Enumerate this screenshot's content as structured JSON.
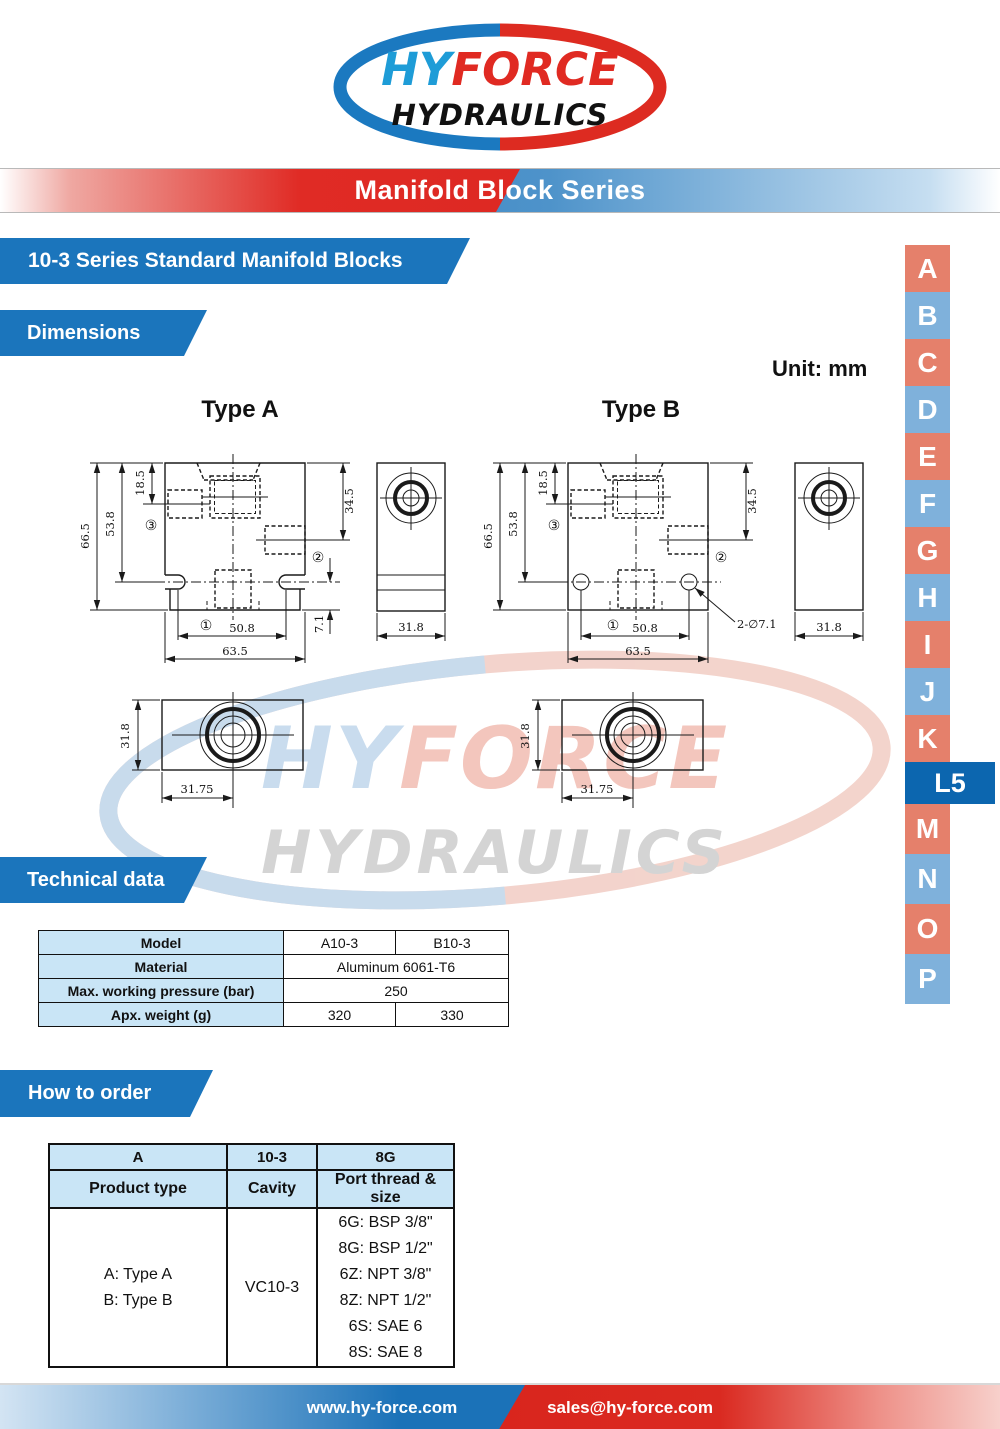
{
  "logo": {
    "line1_left": "HY",
    "line1_right": "FORCE",
    "line2": "HYDRAULICS"
  },
  "banners": {
    "main": "Manifold Block Series",
    "series": "10-3 Series Standard Manifold Blocks",
    "dimensions": "Dimensions",
    "technical": "Technical data",
    "order": "How to order"
  },
  "unit_note": "Unit: mm",
  "index_strip": {
    "letters": [
      "A",
      "B",
      "C",
      "D",
      "E",
      "F",
      "G",
      "H",
      "I",
      "J",
      "K"
    ],
    "active": "L5",
    "after": [
      "M",
      "N",
      "O",
      "P"
    ]
  },
  "drawings": {
    "type_a": {
      "title": "Type A",
      "height": "66.5",
      "upper": "53.8",
      "port3_depth": "18.5",
      "port2_depth": "34.5",
      "slot_offset": "7.1",
      "hole_span": "50.8",
      "width": "63.5",
      "side_width": "31.8",
      "mark1": "①",
      "mark2": "②",
      "mark3": "③"
    },
    "type_b": {
      "title": "Type B",
      "height": "66.5",
      "upper": "53.8",
      "port3_depth": "18.5",
      "port2_depth": "34.5",
      "holes_note": "2-∅7.1",
      "hole_span": "50.8",
      "width": "63.5",
      "side_width": "31.8",
      "mark1": "①",
      "mark2": "②",
      "mark3": "③"
    },
    "bottom_a": {
      "height": "31.8",
      "center_offset": "31.75"
    },
    "bottom_b": {
      "height": "31.8",
      "center_offset": "31.75"
    }
  },
  "watermark": {
    "left": "HY",
    "right": "FORCE",
    "bottom": "HYDRAULICS"
  },
  "technical_table": {
    "rows": [
      {
        "label": "Model",
        "v1": "A10-3",
        "v2": "B10-3"
      },
      {
        "label": "Material",
        "v": "Aluminum 6061-T6"
      },
      {
        "label": "Max. working pressure (bar)",
        "v": "250"
      },
      {
        "label": "Apx. weight (g)",
        "v1": "320",
        "v2": "330"
      }
    ]
  },
  "order_table": {
    "codes": [
      "A",
      "10-3",
      "8G"
    ],
    "headers": [
      "Product type",
      "Cavity",
      "Port thread & size"
    ],
    "product_types": [
      "A: Type A",
      "B: Type B"
    ],
    "cavity": "VC10-3",
    "ports": [
      "6G: BSP 3/8\"",
      "8G: BSP 1/2\"",
      "6Z: NPT 3/8\"",
      "8Z: NPT 1/2\"",
      "6S: SAE 6",
      "8S: SAE 8"
    ]
  },
  "footer": {
    "website": "www.hy-force.com",
    "email": "sales@hy-force.com"
  },
  "colors": {
    "banner_blue": "#1B75BC",
    "banner_red": "#DD2B21",
    "tab_salmon": "#E5806B",
    "tab_blue": "#7FB1DB",
    "tab_active": "#0C66AF",
    "table_header_blue": "#C9E5F6"
  }
}
